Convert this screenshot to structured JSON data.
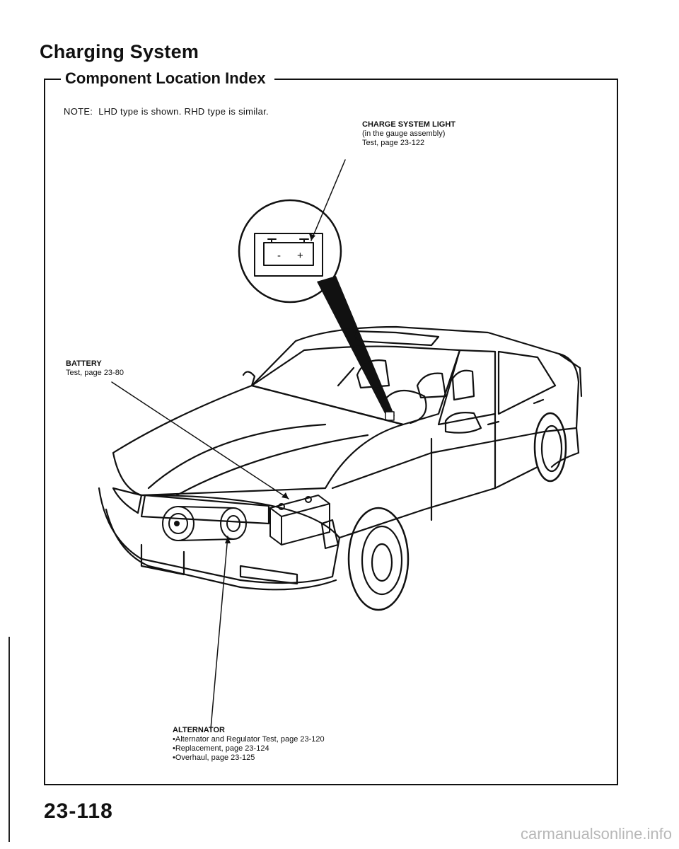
{
  "title": "Charging System",
  "subtitle": "Component Location Index",
  "note": {
    "label": "NOTE:",
    "text": "LHD type is shown. RHD type is similar."
  },
  "charge_light": {
    "name": "CHARGE SYSTEM LIGHT",
    "location": "(in the gauge assembly)",
    "ref": "Test, page 23-122"
  },
  "battery": {
    "name": "BATTERY",
    "ref": "Test, page 23-80"
  },
  "alternator": {
    "name": "ALTERNATOR",
    "items": [
      "Alternator and Regulator Test, page 23-120",
      "Replacement, page 23-124",
      "Overhaul, page 23-125"
    ]
  },
  "battery_symbol": {
    "minus": "-",
    "plus": "+"
  },
  "page_number": "23-118",
  "watermark": "carmanualsonline.info"
}
